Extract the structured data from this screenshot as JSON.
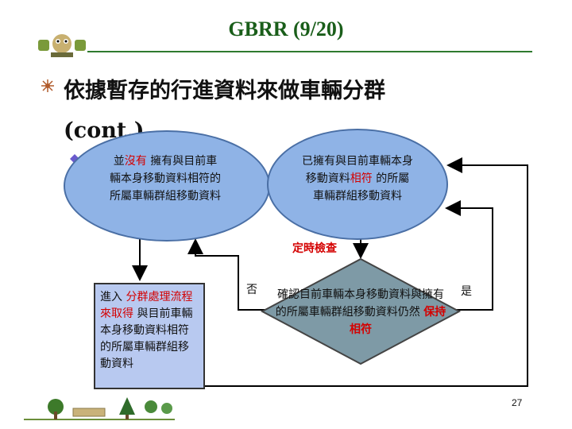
{
  "title": "GBRR (9/20)",
  "heading": {
    "line1": "依據暫存的行進資料來做車輛分群",
    "line2": "(cont.)"
  },
  "flow": {
    "left_state": {
      "part1": "並",
      "part2": "沒有",
      "part3": " 擁有與目前車輛本身移動資料相符的所屬車輛群組移動資料"
    },
    "right_state": {
      "part1": "已擁有與目前車輛本身移動資料",
      "part2": "相符",
      "part3": " 的所屬車輛群組移動資料"
    },
    "timer_label": "定時檢查",
    "decision": {
      "part1": "確認目前車輛本身移動資料與擁有的所屬車輛群組移動資料仍然 ",
      "part2": "保持相符"
    },
    "no_label": "否",
    "yes_label": "是",
    "process_box": {
      "part1": "進入 ",
      "part2": "分群處理流程來取得",
      "part3": " 與目前車輛本身移動資料相符的所屬車輛群組移動資料"
    }
  },
  "page_number": "27"
}
